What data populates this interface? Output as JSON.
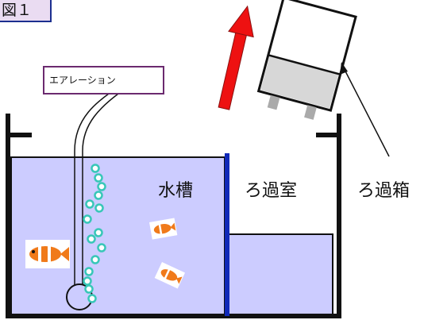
{
  "figure_label": "図１",
  "labels": {
    "aeration": "エアレーション",
    "tank": "水槽",
    "filter_room": "ろ過室",
    "filter_box": "ろ過箱"
  },
  "colors": {
    "water": "#ccccff",
    "divider": "#1029b8",
    "arrow": "#ee1111",
    "bubble": "#38c7b8",
    "label_bg": "#eadcf2"
  }
}
